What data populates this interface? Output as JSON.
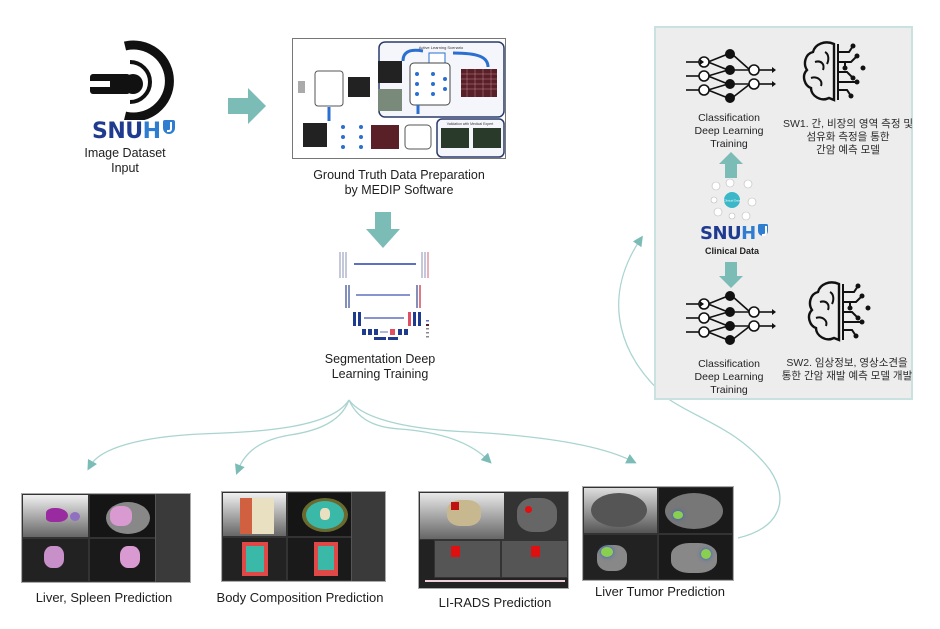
{
  "diagram": {
    "colors": {
      "arrow_teal": "#7bbcb6",
      "connector_teal": "#a9d4d0",
      "snuh_dark_blue": "#1f3b8f",
      "snuh_light_blue": "#2e7dd1",
      "panel_bg": "#ededed",
      "panel_border": "#c9e2e0"
    },
    "input": {
      "logo_text_snu": "SNU",
      "logo_text_h": "H",
      "label_line1": "Image Dataset",
      "label_line2": "Input"
    },
    "ground_truth": {
      "label_line1": "Ground Truth Data Preparation",
      "label_line2": "by MEDIP Software",
      "inner_title": "Active Learning Scenario",
      "inner_box2_title": "Validation with Medical Expert"
    },
    "segmentation": {
      "label_line1": "Segmentation Deep",
      "label_line2": "Learning Training"
    },
    "predictions": [
      {
        "label": "Liver, Spleen Prediction"
      },
      {
        "label": "Body Composition Prediction"
      },
      {
        "label": "LI-RADS Prediction"
      },
      {
        "label": "Liver Tumor Prediction"
      }
    ],
    "clinical_panel": {
      "top_classifier": {
        "line1": "Classification",
        "line2": "Deep Learning",
        "line3": "Training"
      },
      "sw1": {
        "line1": "SW1. 간, 비장의 영역 측정 및",
        "line2": "섬유화 측정을 통한",
        "line3": "간암 예측 모델"
      },
      "clinical_logo_snu": "SNU",
      "clinical_logo_h": "H",
      "clinical_label": "Clinical Data",
      "hub_label": "Clinical Data",
      "bottom_classifier": {
        "line1": "Classification",
        "line2": "Deep Learning",
        "line3": "Training"
      },
      "sw2": {
        "line1": "SW2. 임상정보, 영상소견을",
        "line2": "통한 간암 재발 예측 모델 개발"
      }
    }
  }
}
